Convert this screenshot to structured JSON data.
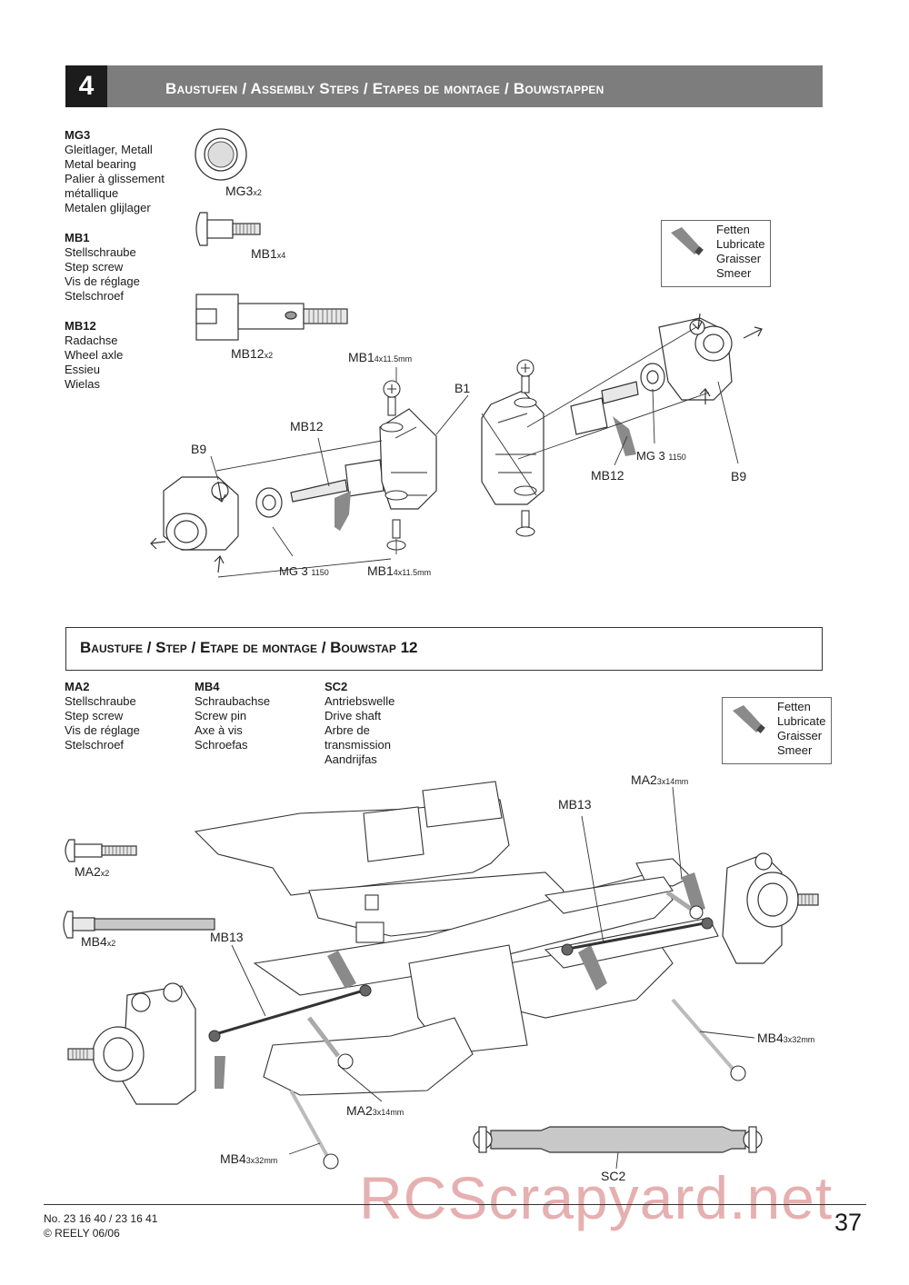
{
  "header": {
    "step_number": "4",
    "title": "Baustufen / Assembly Steps / Etapes de montage / Bouwstappen"
  },
  "step4_legend": [
    {
      "code": "MG3",
      "lines": [
        "Gleitlager, Metall",
        "Metal bearing",
        "Palier à glissement",
        "métallique",
        "Metalen glijlager"
      ]
    },
    {
      "code": "MB1",
      "lines": [
        "Stellschraube",
        "Step screw",
        "Vis de réglage",
        "Stelschroef"
      ]
    },
    {
      "code": "MB12",
      "lines": [
        "Radachse",
        "Wheel axle",
        "Essieu",
        "Wielas"
      ]
    }
  ],
  "lube_box": [
    "Fetten",
    "Lubricate",
    "Graisser",
    "Smeer"
  ],
  "step4_parts": {
    "mg3": {
      "name": "MG3",
      "qty": "x2"
    },
    "mb1": {
      "name": "MB1",
      "qty": "x4"
    },
    "mb12": {
      "name": "MB12",
      "qty": "x2"
    }
  },
  "step4_callouts": {
    "mb1_top": {
      "name": "MB1",
      "size": "4x11.5mm"
    },
    "mb1_bottom": {
      "name": "MB1",
      "size": "4x11.5mm"
    },
    "b1": "B1",
    "mb12_left": "MB12",
    "mb12_right": "MB12",
    "b9_left": "B9",
    "b9_right": "B9",
    "mg3_left": {
      "name": "MG 3",
      "code": "1150"
    },
    "mg3_right": {
      "name": "MG 3",
      "code": "1150"
    }
  },
  "step12": {
    "title": "Baustufe / Step / Etape de montage / Bouwstap 12",
    "legend": [
      {
        "code": "MA2",
        "lines": [
          "Stellschraube",
          "Step screw",
          "Vis de réglage",
          "Stelschroef"
        ]
      },
      {
        "code": "MB4",
        "lines": [
          "Schraubachse",
          "Screw pin",
          "Axe à vis",
          "Schroefas"
        ]
      },
      {
        "code": "SC2",
        "lines": [
          "Antriebswelle",
          "Drive shaft",
          "Arbre de",
          "transmission",
          "Aandrijfas"
        ]
      }
    ],
    "parts": {
      "ma2": {
        "name": "MA2",
        "qty": "x2"
      },
      "mb4": {
        "name": "MB4",
        "qty": "x2"
      }
    },
    "callouts": {
      "ma2_top": {
        "name": "MA2",
        "size": "3x14mm"
      },
      "mb13_top": "MB13",
      "mb13_left": "MB13",
      "ma2_bottom": {
        "name": "MA2",
        "size": "3x14mm"
      },
      "mb4_right": {
        "name": "MB4",
        "size": "3x32mm"
      },
      "mb4_bottom": {
        "name": "MB4",
        "size": "3x32mm"
      },
      "sc2": "SC2"
    }
  },
  "footer": {
    "line1": "No. 23 16 40 / 23 16 41",
    "line2": "© REELY 06/06",
    "page": "37"
  },
  "watermark": "RCScrapyard.net"
}
